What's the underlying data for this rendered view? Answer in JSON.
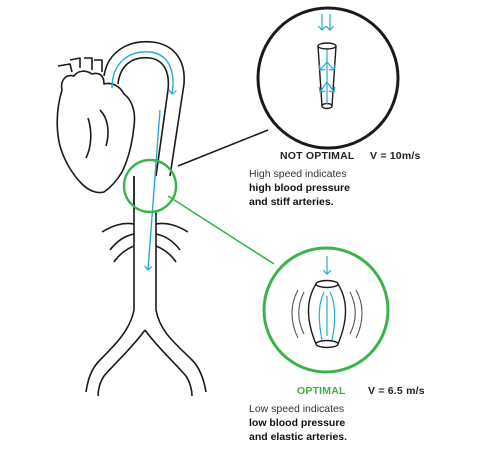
{
  "not_optimal": {
    "status": "NOT OPTIMAL",
    "velocity": "V = 10m/s",
    "line1": "High speed indicates",
    "line2": "high blood pressure",
    "line3": "and stiff arteries."
  },
  "optimal": {
    "status": "OPTIMAL",
    "velocity": "V = 6.5 m/s",
    "line1": "Low speed indicates",
    "line2": "low blood pressure",
    "line3": "and elastic arteries."
  },
  "colors": {
    "outline": "#1a1a1a",
    "flow": "#29a8d8",
    "optimal": "#3bb34a"
  }
}
